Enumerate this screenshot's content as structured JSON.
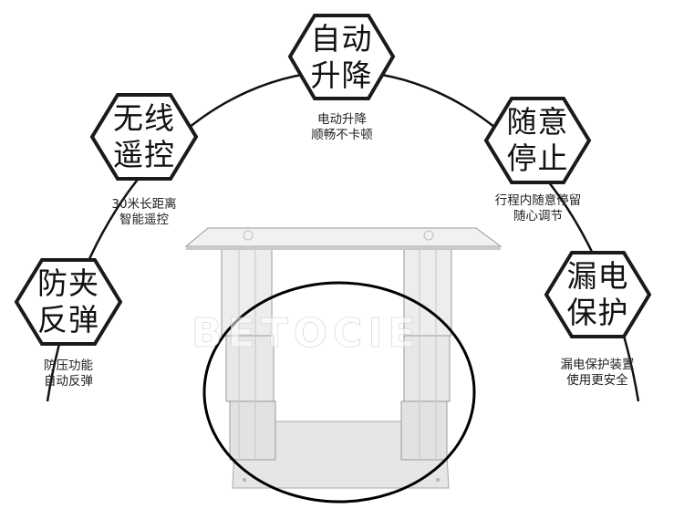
{
  "features": [
    {
      "id": "auto-lift",
      "title_line1": "自动",
      "title_line2": "升降",
      "desc_line1": "电动升降",
      "desc_line2": "顺畅不卡顿"
    },
    {
      "id": "wireless-remote",
      "title_line1": "无线",
      "title_line2": "遥控",
      "desc_line1": "30米长距离",
      "desc_line2": "智能遥控"
    },
    {
      "id": "free-stop",
      "title_line1": "随意",
      "title_line2": "停止",
      "desc_line1": "行程内随意停留",
      "desc_line2": "随心调节"
    },
    {
      "id": "anti-pinch",
      "title_line1": "防夹",
      "title_line2": "反弹",
      "desc_line1": "防压功能",
      "desc_line2": "自动反弹"
    },
    {
      "id": "leakage-protection",
      "title_line1": "漏电",
      "title_line2": "保护",
      "desc_line1": "漏电保护装置",
      "desc_line2": "使用更安全"
    }
  ],
  "watermark": "BETOCIE",
  "colors": {
    "hex_stroke": "#1a1a1a",
    "arc": "#111111",
    "frame_fill": "#ececec",
    "frame_edge": "#9a9a9a"
  }
}
